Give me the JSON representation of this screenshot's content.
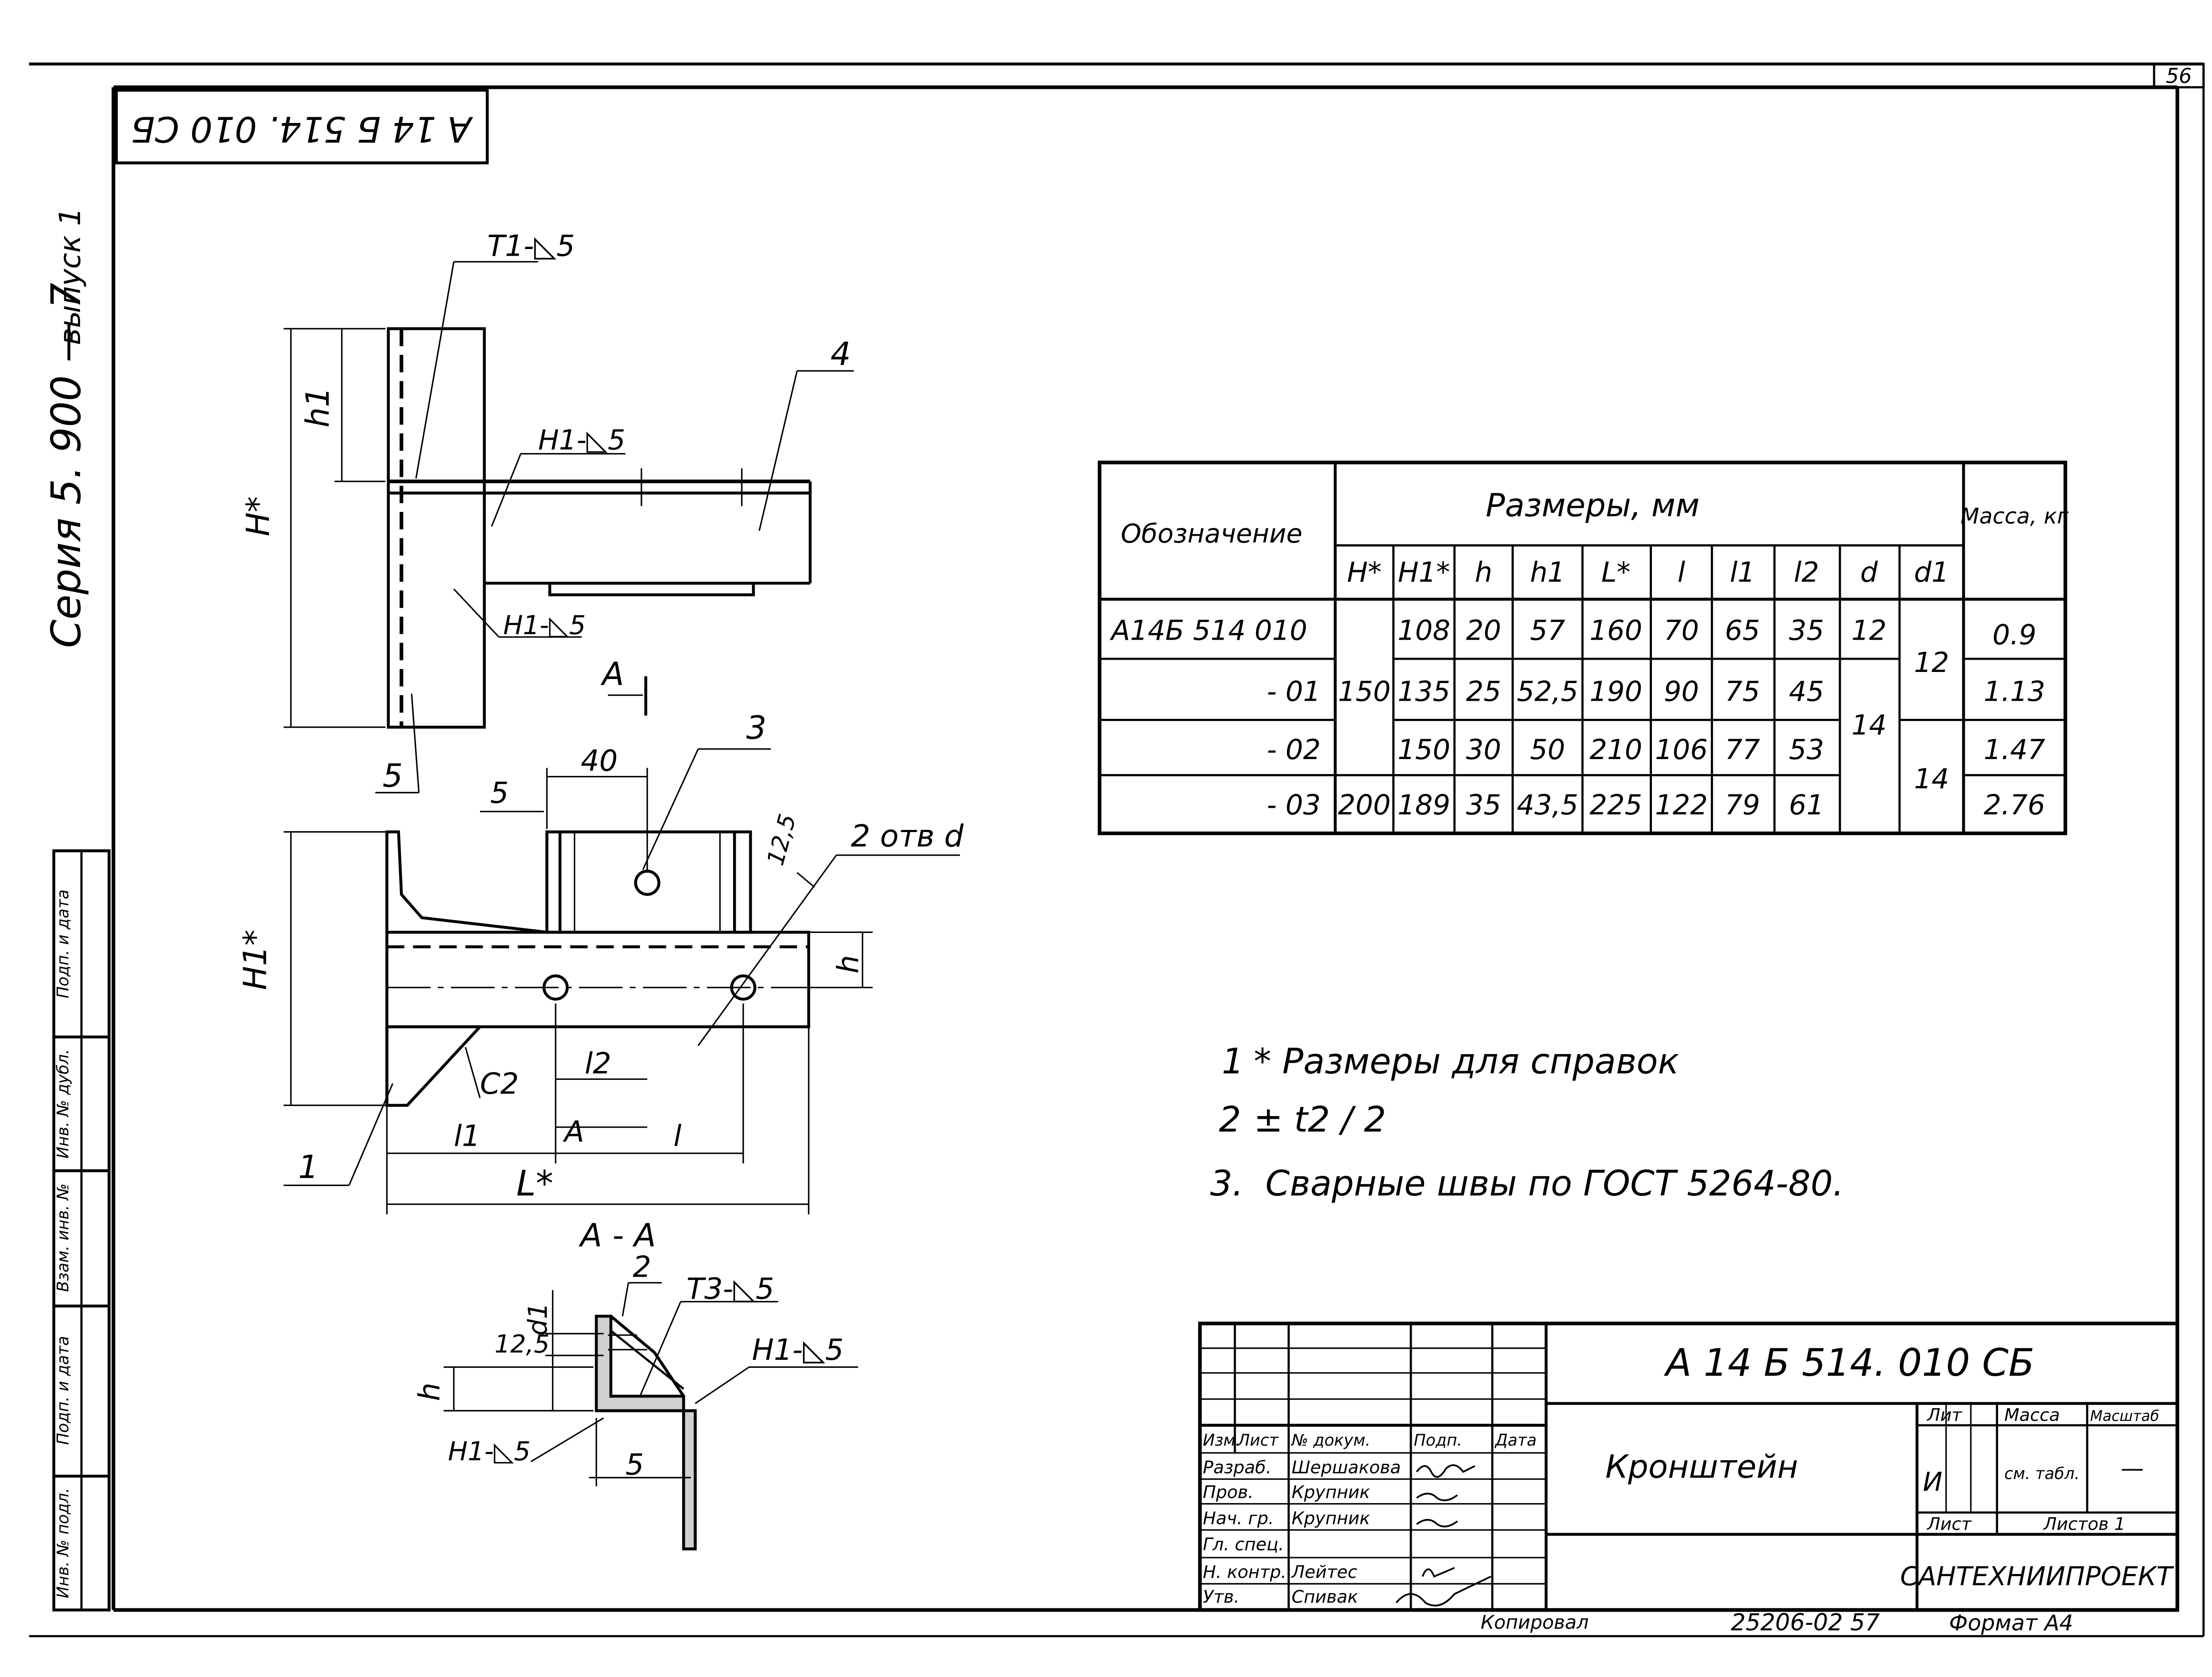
{
  "sheet": {
    "page_number": "56",
    "stamp_rotated": "А 14 Б 514. 010 СБ",
    "series_line": "Серия  5. 900  —  7",
    "issue": "выпуск 1"
  },
  "side_stamp_labels": [
    "Инв. № подл.",
    "Подп. и дата",
    "Взам. инв. №",
    "Инв. № дубл.",
    "Подп. и дата"
  ],
  "dimension_labels": {
    "weld_t1": "Т1-◺5",
    "weld_h1_upper": "Н1-◺5",
    "weld_h1_lower": "Н1-◺5",
    "h1": "h1",
    "H_star": "H*",
    "H1_star": "H1*",
    "pos_1": "1",
    "pos_2": "2",
    "pos_3": "3",
    "pos_4": "4",
    "pos_5": "5",
    "dim_40": "40",
    "dim_5": "5",
    "dim_12_5": "12,5",
    "holes": "2 отв d",
    "h": "h",
    "l2": "l2",
    "l1": "l1",
    "l": "l",
    "c2": "С2",
    "L_star": "L*",
    "view_A": "А",
    "section_AA": "А - А",
    "weld_t3": "Т3-◺5",
    "weld_h1_right": "Н1-◺5",
    "weld_h1_left": "Н1-◺5",
    "d1": "d1",
    "dim_12_5_b": "12,5",
    "dim_5_b": "5",
    "h_b": "h"
  },
  "table": {
    "header_designation": "Обозначение",
    "header_sizes": "Размеры,  мм",
    "header_mass": "Масса, кг",
    "columns": [
      "H*",
      "H1*",
      "h",
      "h1",
      "L*",
      "l",
      "l1",
      "l2",
      "d",
      "d1"
    ],
    "rows": [
      {
        "designation": "А14Б 514 010",
        "H": "150",
        "H1": "108",
        "h": "20",
        "h1": "57",
        "L": "160",
        "l": "70",
        "l1": "65",
        "l2": "35",
        "d": "12",
        "d1": "12",
        "mass": "0.9"
      },
      {
        "designation": "- 01",
        "H1": "135",
        "h": "25",
        "h1": "52,5",
        "L": "190",
        "l": "90",
        "l1": "75",
        "l2": "45",
        "d": "14",
        "mass": "1.13"
      },
      {
        "designation": "- 02",
        "H1": "150",
        "h": "30",
        "h1": "50",
        "L": "210",
        "l": "106",
        "l1": "77",
        "l2": "53",
        "d1": "14",
        "mass": "1.47"
      },
      {
        "designation": "- 03",
        "H": "200",
        "H1": "189",
        "h": "35",
        "h1": "43,5",
        "L": "225",
        "l": "122",
        "l1": "79",
        "l2": "61",
        "mass": "2.76"
      }
    ]
  },
  "notes": [
    {
      "num": "1",
      "text": "* Размеры для справок"
    },
    {
      "num": "2",
      "text": "± t2 / 2"
    },
    {
      "num": "3.",
      "text": "Сварные швы по ГОСТ 5264-80."
    }
  ],
  "title_block": {
    "doc_code": "А 14 Б 514. 010 СБ",
    "title": "Кронштейн",
    "organization": "САНТЕХНИИПРОЕКТ",
    "head_izm": "Изм.",
    "head_list": "Лист",
    "head_ndoc": "№ докум.",
    "head_podp": "Подп.",
    "head_data": "Дата",
    "roles": [
      {
        "role": "Разраб.",
        "name": "Шершакова"
      },
      {
        "role": "Пров.",
        "name": "Крупник"
      },
      {
        "role": "Нач. гр.",
        "name": "Крупник"
      },
      {
        "role": "Гл. спец.",
        "name": ""
      },
      {
        "role": "Н. контр.",
        "name": "Лейтес"
      },
      {
        "role": "Утв.",
        "name": "Спивак"
      }
    ],
    "lit_label": "Лит",
    "mass_label": "Масса",
    "scale_label": "Масштаб",
    "lit_value": "И",
    "mass_value": "см. табл.",
    "scale_value": "—",
    "sheet_label": "Лист",
    "sheets_label": "Листов 1"
  },
  "footer": {
    "copied": "Копировал",
    "order": "25206-02  57",
    "format": "Формат  А4"
  }
}
